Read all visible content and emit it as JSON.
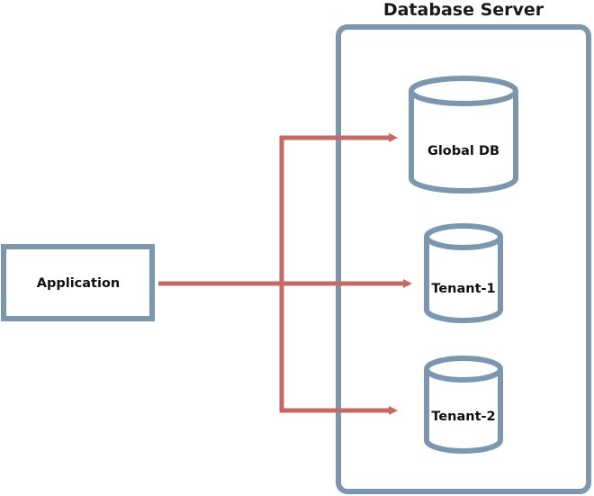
{
  "diagram": {
    "server_title": "Database Server",
    "application_label": "Application",
    "databases": [
      {
        "label": "Global DB"
      },
      {
        "label": "Tenant-1"
      },
      {
        "label": "Tenant-2"
      }
    ]
  },
  "colors": {
    "outline": "#7b97b0",
    "arrow": "#c46868",
    "text": "#111111"
  }
}
